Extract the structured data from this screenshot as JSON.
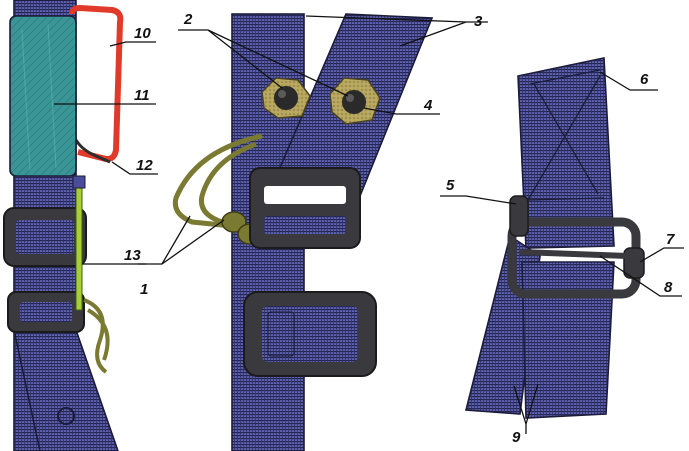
{
  "colors": {
    "webbing": "#5e62b0",
    "webbing_dark": "#2a2c5c",
    "hardware": "#3a3a3e",
    "hardware_highlight": "#6a6a70",
    "pocket": "#3a9696",
    "handle": "#e23a2a",
    "cord": "#7a7a32",
    "grommet": "#b8a860",
    "lanyard": "#a8cf3a"
  },
  "callouts": [
    {
      "id": "1",
      "label": "1"
    },
    {
      "id": "2",
      "label": "2"
    },
    {
      "id": "3",
      "label": "3"
    },
    {
      "id": "4",
      "label": "4"
    },
    {
      "id": "5",
      "label": "5"
    },
    {
      "id": "6",
      "label": "6"
    },
    {
      "id": "7",
      "label": "7"
    },
    {
      "id": "8",
      "label": "8"
    },
    {
      "id": "9",
      "label": "9"
    },
    {
      "id": "10",
      "label": "10"
    },
    {
      "id": "11",
      "label": "11"
    },
    {
      "id": "12",
      "label": "12"
    },
    {
      "id": "13",
      "label": "13"
    }
  ]
}
